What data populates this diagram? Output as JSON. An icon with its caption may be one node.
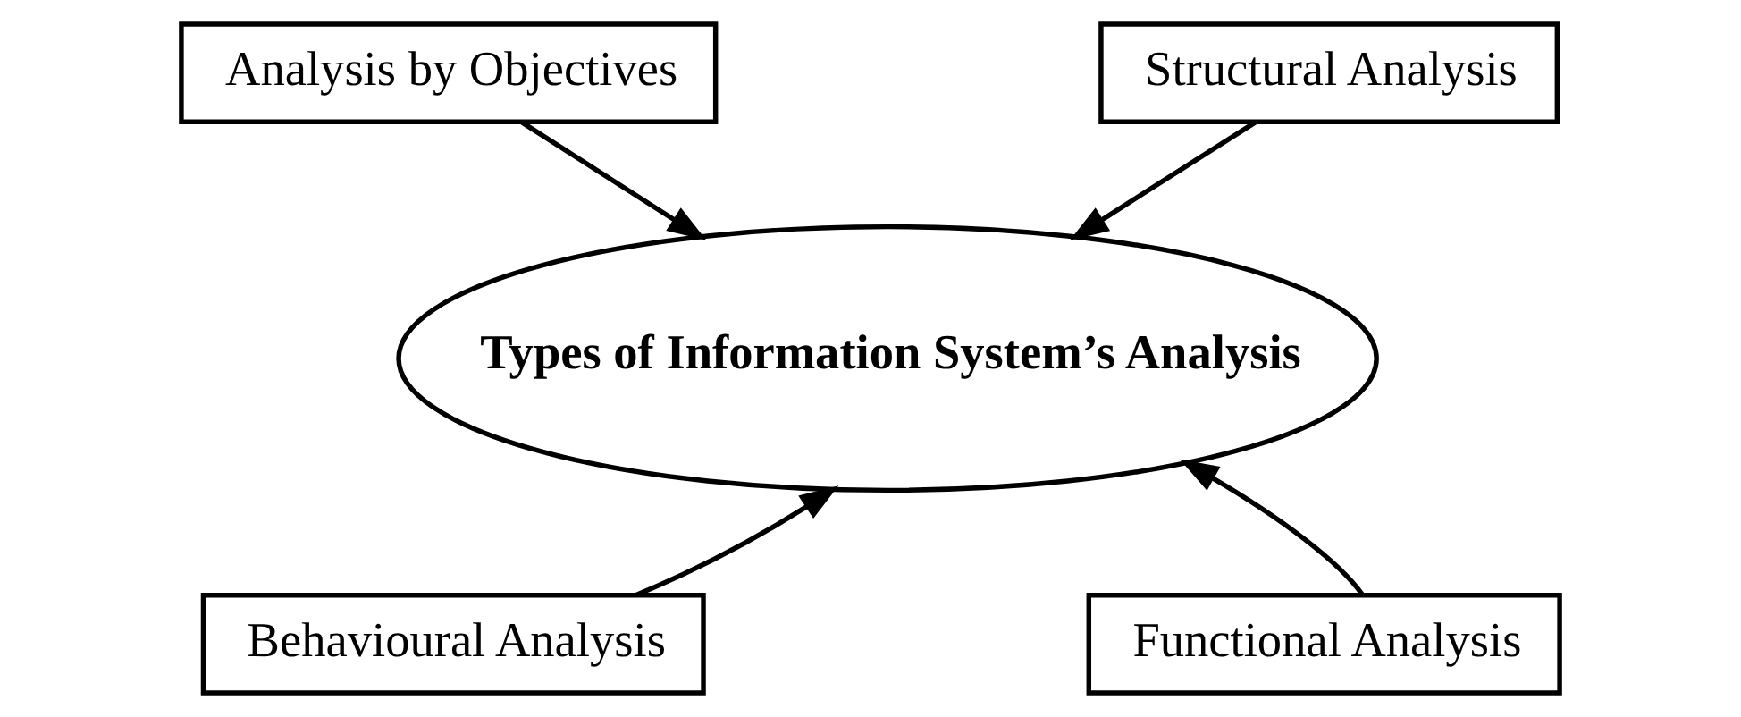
{
  "diagram": {
    "nodes": [
      {
        "text": [
          "Types of Information System’s Analysis"
        ]
      },
      {
        "text": [
          "Analysis by Objectives"
        ]
      },
      {
        "text": [
          "Structural Analysis"
        ]
      },
      {
        "text": [
          "Behavioural Analysis"
        ]
      },
      {
        "text": [
          "Functional Analysis"
        ]
      }
    ],
    "edges": [
      {
        "from": 1,
        "to": 0,
        "arrow": "to"
      },
      {
        "from": 2,
        "to": 0,
        "arrow": "to"
      },
      {
        "from": 3,
        "to": 0,
        "arrow": "to"
      },
      {
        "from": 4,
        "to": 0,
        "arrow": "to"
      }
    ]
  }
}
